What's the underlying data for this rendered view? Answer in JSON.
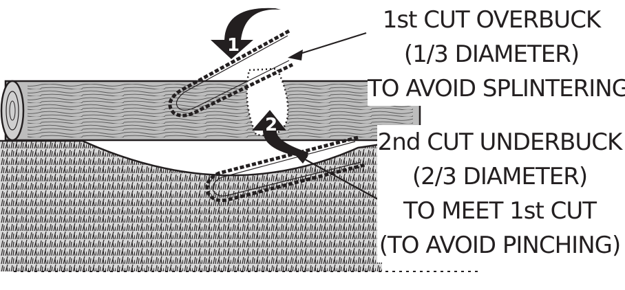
{
  "steps": {
    "first": {
      "number": "1",
      "lines": [
        "1st CUT OVERBUCK",
        "(1/3 DIAMETER)",
        "TO AVOID SPLINTERING"
      ]
    },
    "second": {
      "number": "2",
      "lines": [
        "2nd CUT UNDERBUCK",
        "(2/3 DIAMETER)",
        "TO MEET 1st CUT",
        "(TO AVOID PINCHING)"
      ]
    }
  },
  "colors": {
    "ink": "#231f20",
    "log_fill": "#bdbdbd",
    "ground_fill": "#d6d6d6",
    "cut_zone": "#ffffff"
  },
  "icons": [
    "curved-arrow-icon",
    "chainsaw-bar-icon",
    "pointer-arrow-icon"
  ]
}
